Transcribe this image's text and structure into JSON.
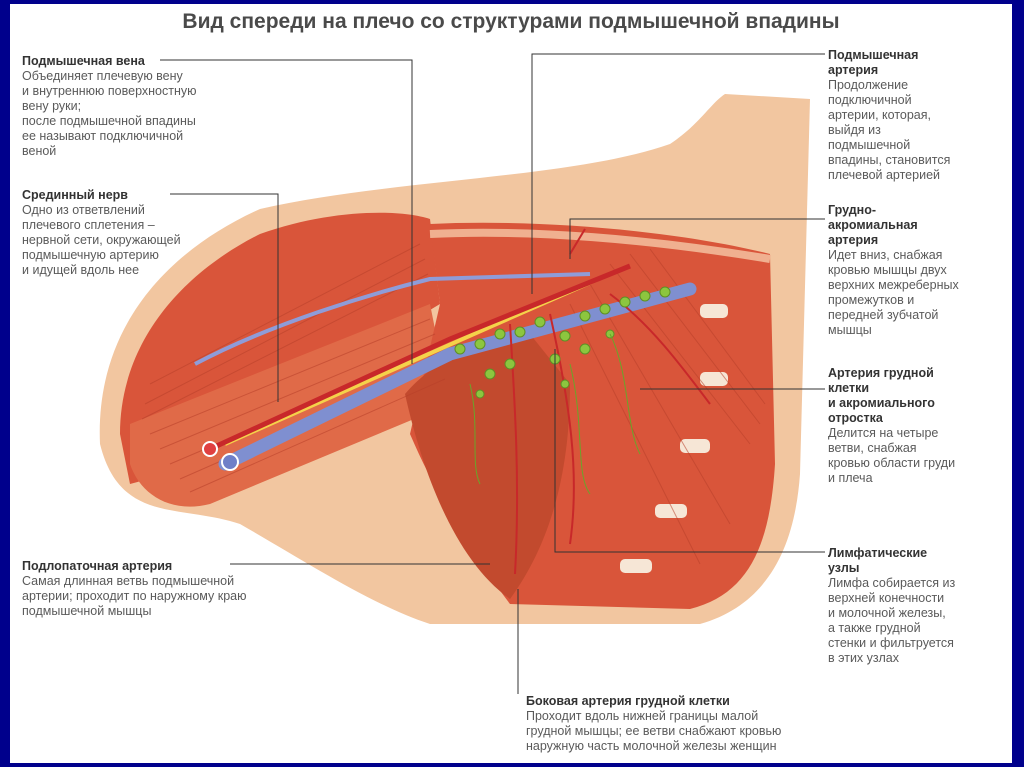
{
  "title": "Вид спереди на плечо со структурами подмышечной впадины",
  "colors": {
    "frame": "#00008c",
    "skin": "#f2c6a0",
    "muscle": "#d9553a",
    "vein": "#7f8fd0",
    "lymph": "#8cc63f",
    "nerve": "#f5d24a"
  },
  "labels": {
    "axillary_vein": {
      "heading": "Подмышечная вена",
      "lines": [
        "Объединяет плечевую вену",
        "и внутреннюю поверхностную",
        "вену руки;",
        "после подмышечной впадины",
        "ее называют подключичной",
        "веной"
      ]
    },
    "median_nerve": {
      "heading": "Срединный нерв",
      "lines": [
        "Одно из ответвлений",
        "плечевого сплетения –",
        "нервной сети, окружающей",
        "подмышечную артерию",
        "и идущей вдоль нее"
      ]
    },
    "subscapular_artery": {
      "heading": "Подлопаточная артерия",
      "lines": [
        "Самая длинная ветвь подмышечной",
        "артерии; проходит по наружному краю",
        "подмышечной мышцы"
      ]
    },
    "axillary_artery": {
      "heading_lines": [
        "Подмышечная",
        "артерия"
      ],
      "lines": [
        "Продолжение",
        "подключичной",
        "артерии, которая,",
        "выйдя из",
        "подмышечной",
        "впадины, становится",
        "плечевой артерией"
      ]
    },
    "thoracoacromial_artery": {
      "heading_lines": [
        "Грудно-",
        "акромиальная",
        "артерия"
      ],
      "lines": [
        "Идет вниз, снабжая",
        "кровью мышцы двух",
        "верхних межреберных",
        "промежутков и",
        "передней зубчатой",
        "мышцы"
      ]
    },
    "chest_acromion_artery": {
      "heading_lines": [
        "Артерия грудной",
        "клетки",
        "и акромиального",
        "отростка"
      ],
      "lines": [
        "Делится на четыре",
        "ветви, снабжая",
        "кровью области груди",
        "и плеча"
      ]
    },
    "lymph_nodes": {
      "heading_lines": [
        "Лимфатические",
        "узлы"
      ],
      "lines": [
        "Лимфа собирается из",
        "верхней конечности",
        "и молочной железы,",
        "а также грудной",
        "стенки и фильтруется",
        "в этих узлах"
      ]
    },
    "lateral_thoracic_artery": {
      "heading": "Боковая артерия грудной клетки",
      "lines": [
        "Проходит вдоль нижней границы малой",
        "грудной мышцы; ее ветви снабжают кровью",
        "наружную часть молочной железы женщин"
      ]
    }
  },
  "stamp": "",
  "icons": [
    "anatomy-illustration"
  ]
}
